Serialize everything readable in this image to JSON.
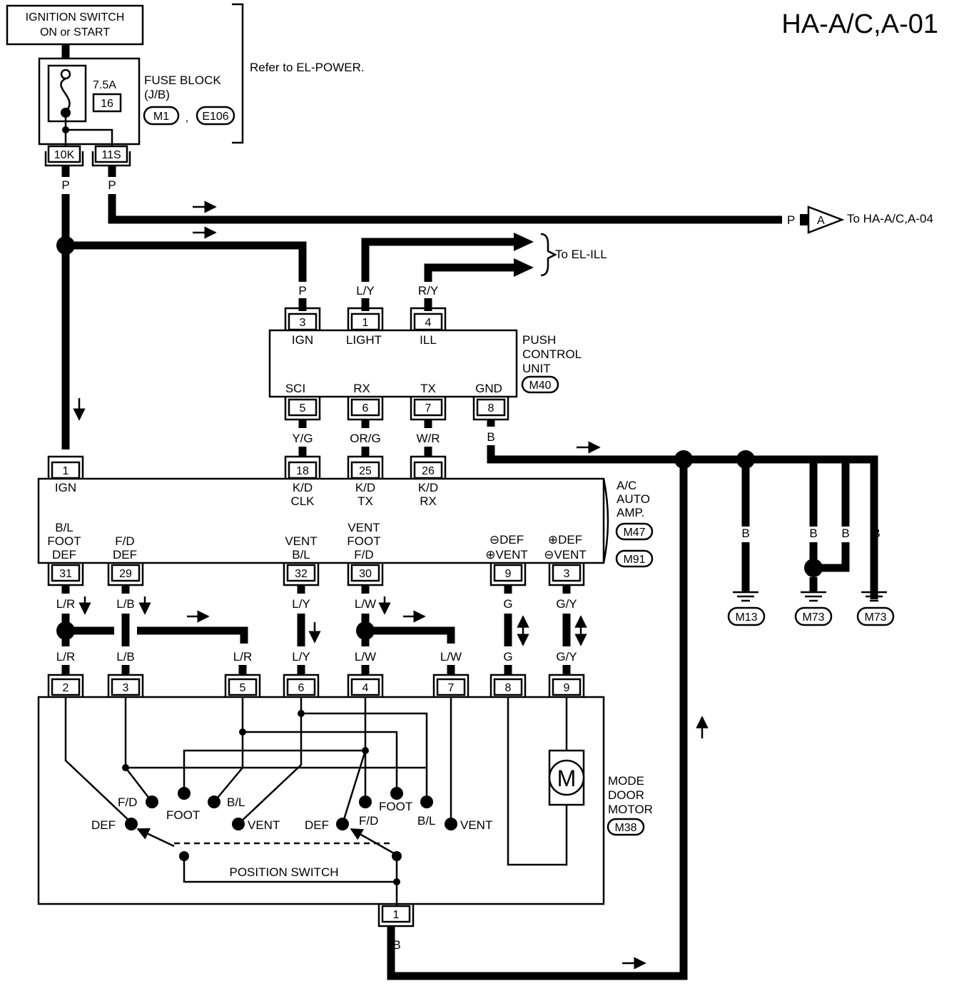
{
  "page": {
    "title": "HA-A/C,A-01"
  },
  "ignition": {
    "label_line1": "IGNITION SWITCH",
    "label_line2": "ON or START"
  },
  "fuse_block": {
    "rating": "7.5A",
    "fuse_number": "16",
    "label_line1": "FUSE BLOCK",
    "label_line2": "(J/B)",
    "connectors": [
      "M1",
      "E106"
    ],
    "separator": ",",
    "pins": [
      "10K",
      "11S"
    ],
    "reference": "Refer to EL-POWER."
  },
  "offpage": {
    "wire_color": "P",
    "marker": "A",
    "label": "To HA-A/C,A-04"
  },
  "el_ill": {
    "label": "To EL-ILL"
  },
  "push_control_unit": {
    "label_lines": [
      "PUSH",
      "CONTROL",
      "UNIT"
    ],
    "connector": "M40",
    "top_pins": [
      {
        "pin": "3",
        "name": "IGN",
        "wire": "P"
      },
      {
        "pin": "1",
        "name": "LIGHT",
        "wire": "L/Y"
      },
      {
        "pin": "4",
        "name": "ILL",
        "wire": "R/Y"
      }
    ],
    "bottom_pins": [
      {
        "pin": "5",
        "name": "SCI",
        "wire": "Y/G"
      },
      {
        "pin": "6",
        "name": "RX",
        "wire": "OR/G"
      },
      {
        "pin": "7",
        "name": "TX",
        "wire": "W/R"
      },
      {
        "pin": "8",
        "name": "GND",
        "wire": "B"
      }
    ]
  },
  "ac_amp": {
    "label_lines": [
      "A/C",
      "AUTO",
      "AMP."
    ],
    "connectors": [
      "M47",
      "M91"
    ],
    "top_pins": [
      {
        "pin": "1",
        "name1": "IGN",
        "name2": "",
        "wire": "P"
      },
      {
        "pin": "18",
        "name1": "K/D",
        "name2": "CLK"
      },
      {
        "pin": "25",
        "name1": "K/D",
        "name2": "TX"
      },
      {
        "pin": "26",
        "name1": "K/D",
        "name2": "RX"
      }
    ],
    "bottom_pins": [
      {
        "pin": "31",
        "lines": [
          "B/L",
          "FOOT",
          "DEF"
        ],
        "wire": "L/R"
      },
      {
        "pin": "29",
        "lines": [
          "F/D",
          "DEF"
        ],
        "wire": "L/B"
      },
      {
        "pin": "32",
        "lines": [
          "VENT",
          "B/L"
        ],
        "wire": "L/Y"
      },
      {
        "pin": "30",
        "lines": [
          "VENT",
          "FOOT",
          "F/D"
        ],
        "wire": "L/W"
      },
      {
        "pin": "9",
        "lines": [
          "⊖DEF",
          "⊕VENT"
        ],
        "wire": "G"
      },
      {
        "pin": "3",
        "lines": [
          "⊕DEF",
          "⊖VENT"
        ],
        "wire": "G/Y"
      }
    ]
  },
  "grounds": [
    {
      "wire": "B",
      "connector": "M13"
    },
    {
      "wire": "B",
      "connector": "M73"
    },
    {
      "wire": "B",
      "connector": "M73"
    }
  ],
  "ground_extra_wire": "B",
  "mode_door_motor": {
    "label_lines": [
      "MODE",
      "DOOR",
      "MOTOR"
    ],
    "connector": "M38",
    "motor_symbol": "M",
    "pins": [
      {
        "pin": "2",
        "wire": "L/R"
      },
      {
        "pin": "3",
        "wire": "L/B"
      },
      {
        "pin": "5",
        "wire": "L/R"
      },
      {
        "pin": "6",
        "wire": "L/Y"
      },
      {
        "pin": "4",
        "wire": "L/W"
      },
      {
        "pin": "7",
        "wire": "L/W"
      },
      {
        "pin": "8",
        "wire": "G"
      },
      {
        "pin": "9",
        "wire": "G/Y"
      }
    ],
    "bottom_pin": {
      "pin": "1",
      "wire": "B"
    },
    "switch_labels_left": [
      "F/D",
      "FOOT",
      "B/L",
      "DEF",
      "VENT"
    ],
    "switch_labels_right": [
      "F/D",
      "FOOT",
      "B/L",
      "DEF",
      "VENT"
    ],
    "position_switch": "POSITION SWITCH"
  }
}
